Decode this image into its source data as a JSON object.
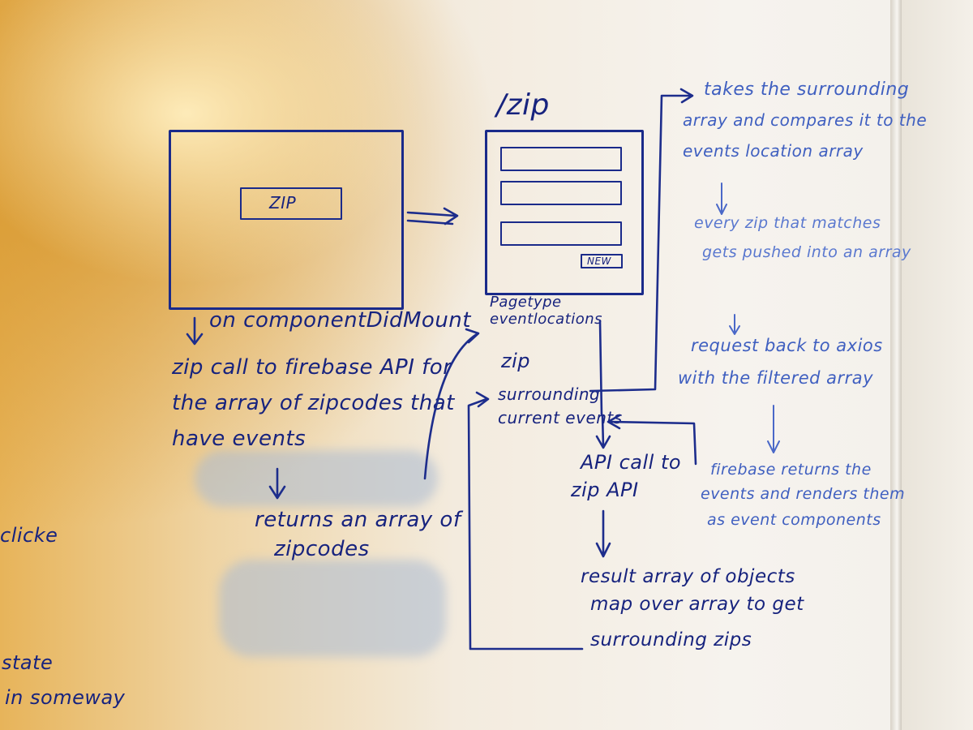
{
  "colors": {
    "marker_dark_blue": "#1d2d8c",
    "marker_light_blue": "#4a68c8",
    "board": "#f4f1ec"
  },
  "left_screen": {
    "button_label": "ZIP"
  },
  "zip_page": {
    "route": "/zip",
    "button_label": "NEW",
    "state_lines": [
      "Pagetype",
      "eventlocations",
      "zip",
      "surrounding",
      "current events"
    ]
  },
  "left_flow": {
    "lifecycle": "on componentDidMount",
    "call_lines": [
      "zip call to firebase API for",
      "the array of zipcodes that",
      "have events"
    ],
    "returns_lines": [
      "returns an array of",
      "zipcodes"
    ]
  },
  "center_flow": {
    "api_lines": [
      "API call to",
      "zip API"
    ],
    "result_lines": [
      "result array of objects",
      "map over array to get",
      "surrounding zips"
    ]
  },
  "right_flow": {
    "compare_lines": [
      "takes the surrounding",
      "array and compares it to the",
      "events location array"
    ],
    "match_lines": [
      "every zip that matches",
      "gets pushed into an array"
    ],
    "request_lines": [
      "request back to axios",
      "with the filtered array"
    ],
    "render_lines": [
      "firebase returns the",
      "events and renders them",
      "as event components"
    ]
  },
  "left_edge": {
    "lines": [
      "clicke",
      "state",
      "in someway"
    ]
  }
}
